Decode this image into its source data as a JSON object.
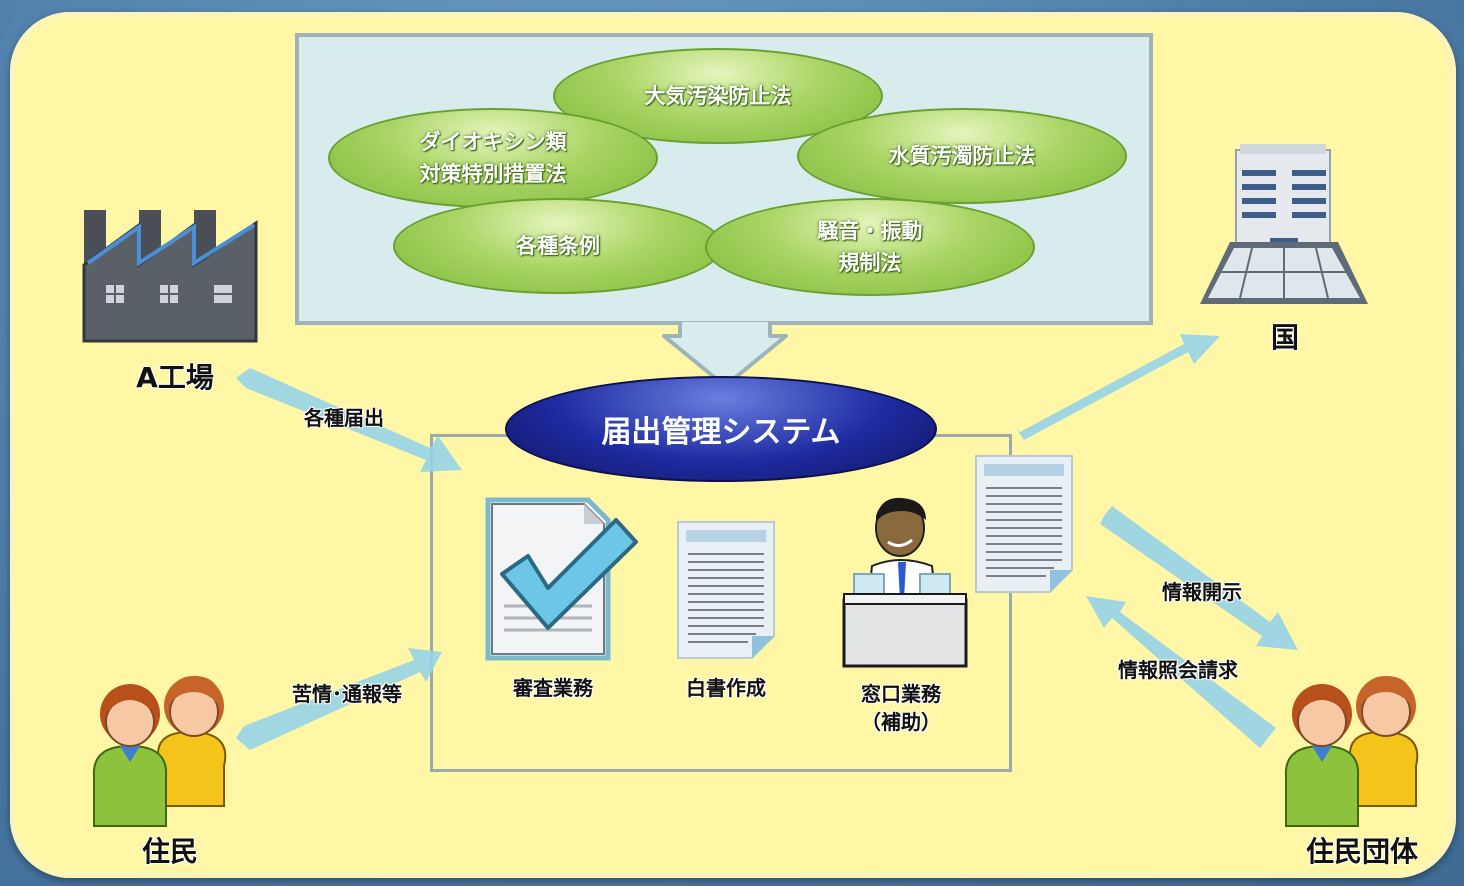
{
  "laws": [
    "大気汚染防止法",
    "ダイオキシン類\n対策特別措置法",
    "水質汚濁防止法",
    "各種条例",
    "騒音・振動\n規制法"
  ],
  "system": {
    "title": "届出管理システム"
  },
  "tasks": {
    "review": "審査業務",
    "whitepaper": "白書作成",
    "window": "窓口業務\n（補助）"
  },
  "actors": {
    "factory": "A工場",
    "country": "国",
    "residents": "住民",
    "groups": "住民団体"
  },
  "flows": {
    "filings": "各種届出",
    "complaints": "苦情･通報等",
    "disclosure": "情報開示",
    "inquiry": "情報照会請求"
  }
}
